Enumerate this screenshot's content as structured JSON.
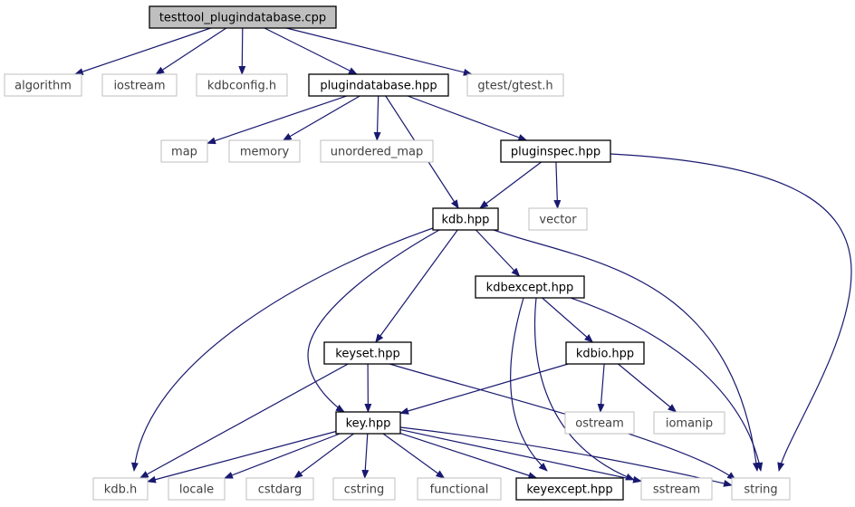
{
  "graph": {
    "nodes": [
      {
        "id": "root",
        "label": "testtool_plugindatabase.cpp",
        "kind": "root"
      },
      {
        "id": "algorithm",
        "label": "algorithm",
        "kind": "external"
      },
      {
        "id": "iostream",
        "label": "iostream",
        "kind": "external"
      },
      {
        "id": "kdbconfig",
        "label": "kdbconfig.h",
        "kind": "external"
      },
      {
        "id": "plugindatabase",
        "label": "plugindatabase.hpp",
        "kind": "internal"
      },
      {
        "id": "gtest",
        "label": "gtest/gtest.h",
        "kind": "external"
      },
      {
        "id": "map",
        "label": "map",
        "kind": "external"
      },
      {
        "id": "memory",
        "label": "memory",
        "kind": "external"
      },
      {
        "id": "unordered_map",
        "label": "unordered_map",
        "kind": "external"
      },
      {
        "id": "pluginspec",
        "label": "pluginspec.hpp",
        "kind": "internal"
      },
      {
        "id": "kdbhpp",
        "label": "kdb.hpp",
        "kind": "internal"
      },
      {
        "id": "vector",
        "label": "vector",
        "kind": "external"
      },
      {
        "id": "kdbexcept",
        "label": "kdbexcept.hpp",
        "kind": "internal"
      },
      {
        "id": "keyset",
        "label": "keyset.hpp",
        "kind": "internal"
      },
      {
        "id": "kdbio",
        "label": "kdbio.hpp",
        "kind": "internal"
      },
      {
        "id": "keyhpp",
        "label": "key.hpp",
        "kind": "internal"
      },
      {
        "id": "ostream",
        "label": "ostream",
        "kind": "external"
      },
      {
        "id": "iomanip",
        "label": "iomanip",
        "kind": "external"
      },
      {
        "id": "kdbh",
        "label": "kdb.h",
        "kind": "external"
      },
      {
        "id": "locale",
        "label": "locale",
        "kind": "external"
      },
      {
        "id": "cstdarg",
        "label": "cstdarg",
        "kind": "external"
      },
      {
        "id": "cstring",
        "label": "cstring",
        "kind": "external"
      },
      {
        "id": "functional",
        "label": "functional",
        "kind": "external"
      },
      {
        "id": "keyexcept",
        "label": "keyexcept.hpp",
        "kind": "internal"
      },
      {
        "id": "sstream",
        "label": "sstream",
        "kind": "external"
      },
      {
        "id": "string",
        "label": "string",
        "kind": "external"
      }
    ],
    "edges": [
      [
        "root",
        "algorithm"
      ],
      [
        "root",
        "iostream"
      ],
      [
        "root",
        "kdbconfig"
      ],
      [
        "root",
        "plugindatabase"
      ],
      [
        "root",
        "gtest"
      ],
      [
        "plugindatabase",
        "map"
      ],
      [
        "plugindatabase",
        "memory"
      ],
      [
        "plugindatabase",
        "unordered_map"
      ],
      [
        "plugindatabase",
        "pluginspec"
      ],
      [
        "plugindatabase",
        "kdbhpp"
      ],
      [
        "pluginspec",
        "kdbhpp"
      ],
      [
        "pluginspec",
        "vector"
      ],
      [
        "pluginspec",
        "string"
      ],
      [
        "kdbhpp",
        "kdbexcept"
      ],
      [
        "kdbhpp",
        "keyset"
      ],
      [
        "kdbhpp",
        "keyhpp"
      ],
      [
        "kdbhpp",
        "kdbh"
      ],
      [
        "kdbhpp",
        "string"
      ],
      [
        "kdbexcept",
        "kdbio"
      ],
      [
        "kdbexcept",
        "keyexcept"
      ],
      [
        "kdbexcept",
        "sstream"
      ],
      [
        "kdbexcept",
        "string"
      ],
      [
        "kdbio",
        "keyhpp"
      ],
      [
        "kdbio",
        "ostream"
      ],
      [
        "kdbio",
        "iomanip"
      ],
      [
        "keyset",
        "keyhpp"
      ],
      [
        "keyset",
        "kdbh"
      ],
      [
        "keyset",
        "string"
      ],
      [
        "keyhpp",
        "kdbh"
      ],
      [
        "keyhpp",
        "locale"
      ],
      [
        "keyhpp",
        "cstdarg"
      ],
      [
        "keyhpp",
        "cstring"
      ],
      [
        "keyhpp",
        "functional"
      ],
      [
        "keyhpp",
        "keyexcept"
      ],
      [
        "keyhpp",
        "sstream"
      ],
      [
        "keyhpp",
        "string"
      ]
    ]
  },
  "colors": {
    "edge": "#191970",
    "root_fill": "#bfbfbf",
    "internal_stroke": "#000000",
    "external_stroke": "#bfbfbf",
    "internal_text": "#000000",
    "external_text": "#404040"
  }
}
